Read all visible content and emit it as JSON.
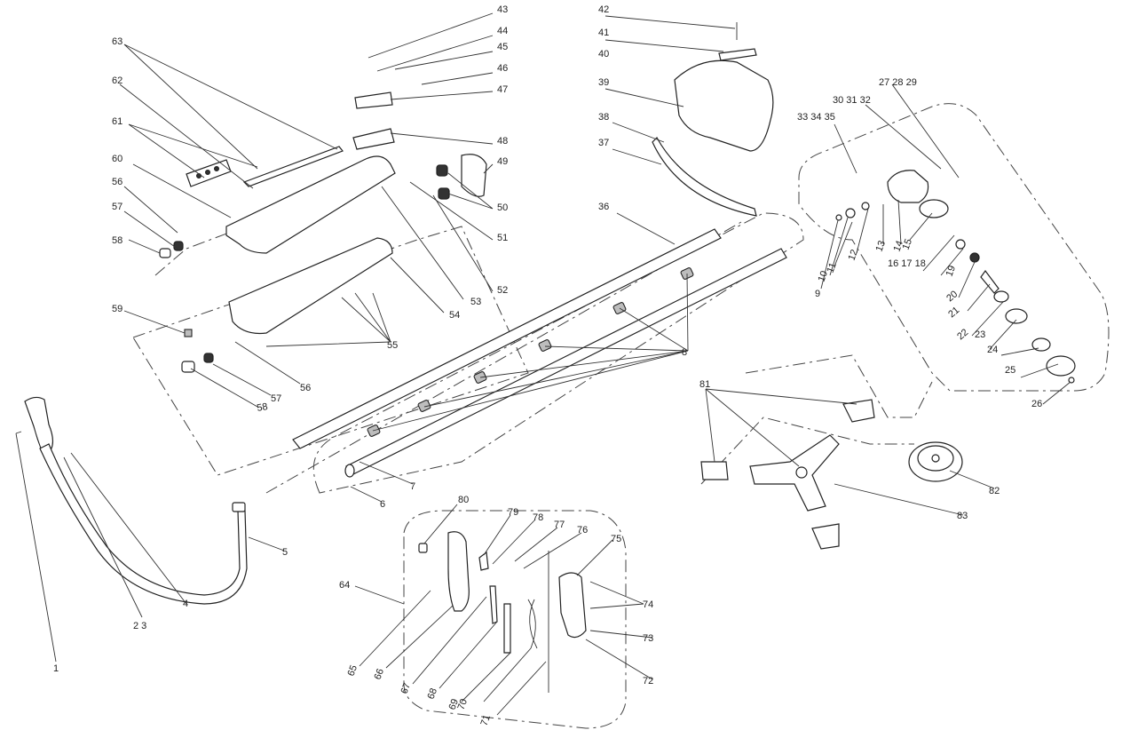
{
  "callouts": [
    {
      "id": "c1",
      "label": "1"
    },
    {
      "id": "c23",
      "label": "2  3"
    },
    {
      "id": "c4",
      "label": "4"
    },
    {
      "id": "c5",
      "label": "5"
    },
    {
      "id": "c6",
      "label": "6"
    },
    {
      "id": "c7",
      "label": "7"
    },
    {
      "id": "c8",
      "label": "8"
    },
    {
      "id": "c9",
      "label": "9"
    },
    {
      "id": "c10",
      "label": "10"
    },
    {
      "id": "c11",
      "label": "11"
    },
    {
      "id": "c12",
      "label": "12"
    },
    {
      "id": "c13",
      "label": "13"
    },
    {
      "id": "c14",
      "label": "14"
    },
    {
      "id": "c15",
      "label": "15"
    },
    {
      "id": "c161718",
      "label": "16  17  18"
    },
    {
      "id": "c19",
      "label": "19"
    },
    {
      "id": "c20",
      "label": "20"
    },
    {
      "id": "c21",
      "label": "21"
    },
    {
      "id": "c22",
      "label": "22"
    },
    {
      "id": "c23b",
      "label": "23"
    },
    {
      "id": "c24",
      "label": "24"
    },
    {
      "id": "c25",
      "label": "25"
    },
    {
      "id": "c26",
      "label": "26"
    },
    {
      "id": "c272829",
      "label": "27  28  29"
    },
    {
      "id": "c303132",
      "label": "30  31  32"
    },
    {
      "id": "c333435",
      "label": "33  34  35"
    },
    {
      "id": "c36",
      "label": "36"
    },
    {
      "id": "c37",
      "label": "37"
    },
    {
      "id": "c38",
      "label": "38"
    },
    {
      "id": "c39",
      "label": "39"
    },
    {
      "id": "c40",
      "label": "40"
    },
    {
      "id": "c41",
      "label": "41"
    },
    {
      "id": "c42",
      "label": "42"
    },
    {
      "id": "c43",
      "label": "43"
    },
    {
      "id": "c44",
      "label": "44"
    },
    {
      "id": "c45",
      "label": "45"
    },
    {
      "id": "c46",
      "label": "46"
    },
    {
      "id": "c47",
      "label": "47"
    },
    {
      "id": "c48",
      "label": "48"
    },
    {
      "id": "c49",
      "label": "49"
    },
    {
      "id": "c50",
      "label": "50"
    },
    {
      "id": "c51",
      "label": "51"
    },
    {
      "id": "c52",
      "label": "52"
    },
    {
      "id": "c53",
      "label": "53"
    },
    {
      "id": "c54",
      "label": "54"
    },
    {
      "id": "c55",
      "label": "55"
    },
    {
      "id": "c56",
      "label": "56"
    },
    {
      "id": "c56b",
      "label": "56"
    },
    {
      "id": "c57",
      "label": "57"
    },
    {
      "id": "c57b",
      "label": "57"
    },
    {
      "id": "c58",
      "label": "58"
    },
    {
      "id": "c58b",
      "label": "58"
    },
    {
      "id": "c59",
      "label": "59"
    },
    {
      "id": "c60",
      "label": "60"
    },
    {
      "id": "c61",
      "label": "61"
    },
    {
      "id": "c62",
      "label": "62"
    },
    {
      "id": "c63",
      "label": "63"
    },
    {
      "id": "c64",
      "label": "64"
    },
    {
      "id": "c65",
      "label": "65"
    },
    {
      "id": "c66",
      "label": "66"
    },
    {
      "id": "c67",
      "label": "67"
    },
    {
      "id": "c68",
      "label": "68"
    },
    {
      "id": "c69",
      "label": "69"
    },
    {
      "id": "c70",
      "label": "70"
    },
    {
      "id": "c71",
      "label": "71"
    },
    {
      "id": "c72",
      "label": "72"
    },
    {
      "id": "c73",
      "label": "73"
    },
    {
      "id": "c74",
      "label": "74"
    },
    {
      "id": "c75",
      "label": "75"
    },
    {
      "id": "c76",
      "label": "76"
    },
    {
      "id": "c77",
      "label": "77"
    },
    {
      "id": "c78",
      "label": "78"
    },
    {
      "id": "c79",
      "label": "79"
    },
    {
      "id": "c80",
      "label": "80"
    },
    {
      "id": "c81",
      "label": "81"
    },
    {
      "id": "c82",
      "label": "82"
    },
    {
      "id": "c83",
      "label": "83"
    }
  ]
}
